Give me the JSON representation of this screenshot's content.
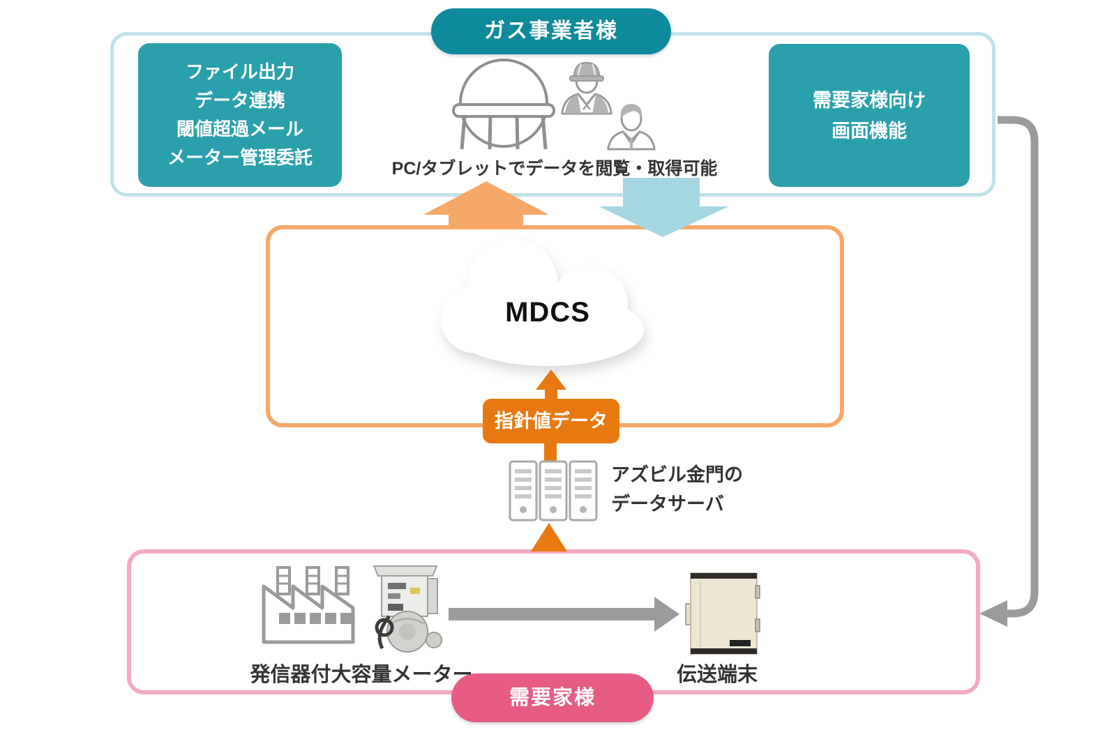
{
  "diagram": {
    "gas_operator": {
      "pill": "ガス事業者様",
      "features_box_lines": [
        "ファイル出力",
        "データ連携",
        "閾値超過メール",
        "メーター管理委託"
      ],
      "customer_screen_box_lines": [
        "需要家様向け",
        "画面機能"
      ],
      "caption": "PC/タブレットでデータを閲覧・取得可能"
    },
    "cloud": {
      "label": "MDCS"
    },
    "data_flow": {
      "reading_data_label": "指針値データ",
      "server_caption_line1": "アズビル金門の",
      "server_caption_line2": "データサーバ"
    },
    "customer": {
      "pill": "需要家様",
      "meter_label": "発信器付大容量メーター",
      "terminal_label": "伝送端末"
    },
    "colors": {
      "teal_dark": "#0e8a9b",
      "teal": "#2ba0ad",
      "light_blue_border": "#bfe2e9",
      "light_blue_arrow": "#a6d6e2",
      "orange_border": "#f5a868",
      "orange_dark": "#e87911",
      "pink_border": "#f3aabf",
      "pink": "#e65c82",
      "gray_arrow": "#9b9b9b",
      "text_dark": "#333333"
    },
    "icons": {
      "gas_holder": "gas-holder-icon",
      "worker": "worker-icon",
      "businessman": "businessman-icon",
      "cloud": "cloud-icon",
      "server": "server-icon",
      "factory": "factory-icon",
      "gas_meter": "gas-meter-image",
      "terminal": "transmission-terminal-image"
    }
  }
}
